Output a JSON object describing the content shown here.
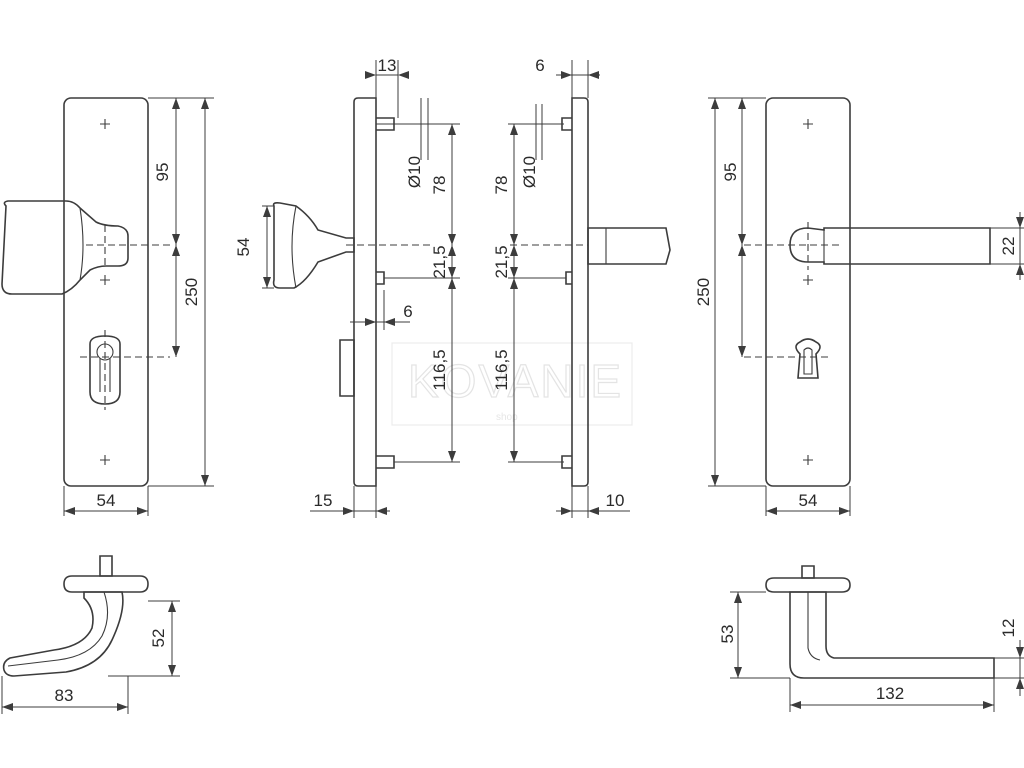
{
  "watermark": {
    "text": "KOVANIE",
    "sub": "shop"
  },
  "front_knob_view": {
    "dim_95": "95",
    "dim_250": "250",
    "dim_54": "54"
  },
  "side_knob_view": {
    "dim_13": "13",
    "dim_54": "54",
    "dim_d10": "Ø10",
    "dim_78": "78",
    "dim_21_5": "21,5",
    "dim_6": "6",
    "dim_116_5": "116,5",
    "dim_15": "15"
  },
  "side_lever_view": {
    "dim_6": "6",
    "dim_78": "78",
    "dim_d10": "Ø10",
    "dim_21_5": "21,5",
    "dim_116_5": "116,5",
    "dim_10": "10"
  },
  "front_lever_view": {
    "dim_95": "95",
    "dim_250": "250",
    "dim_22": "22",
    "dim_54": "54"
  },
  "top_knob_view": {
    "dim_52": "52",
    "dim_83": "83"
  },
  "top_lever_view": {
    "dim_53": "53",
    "dim_12": "12",
    "dim_132": "132"
  }
}
